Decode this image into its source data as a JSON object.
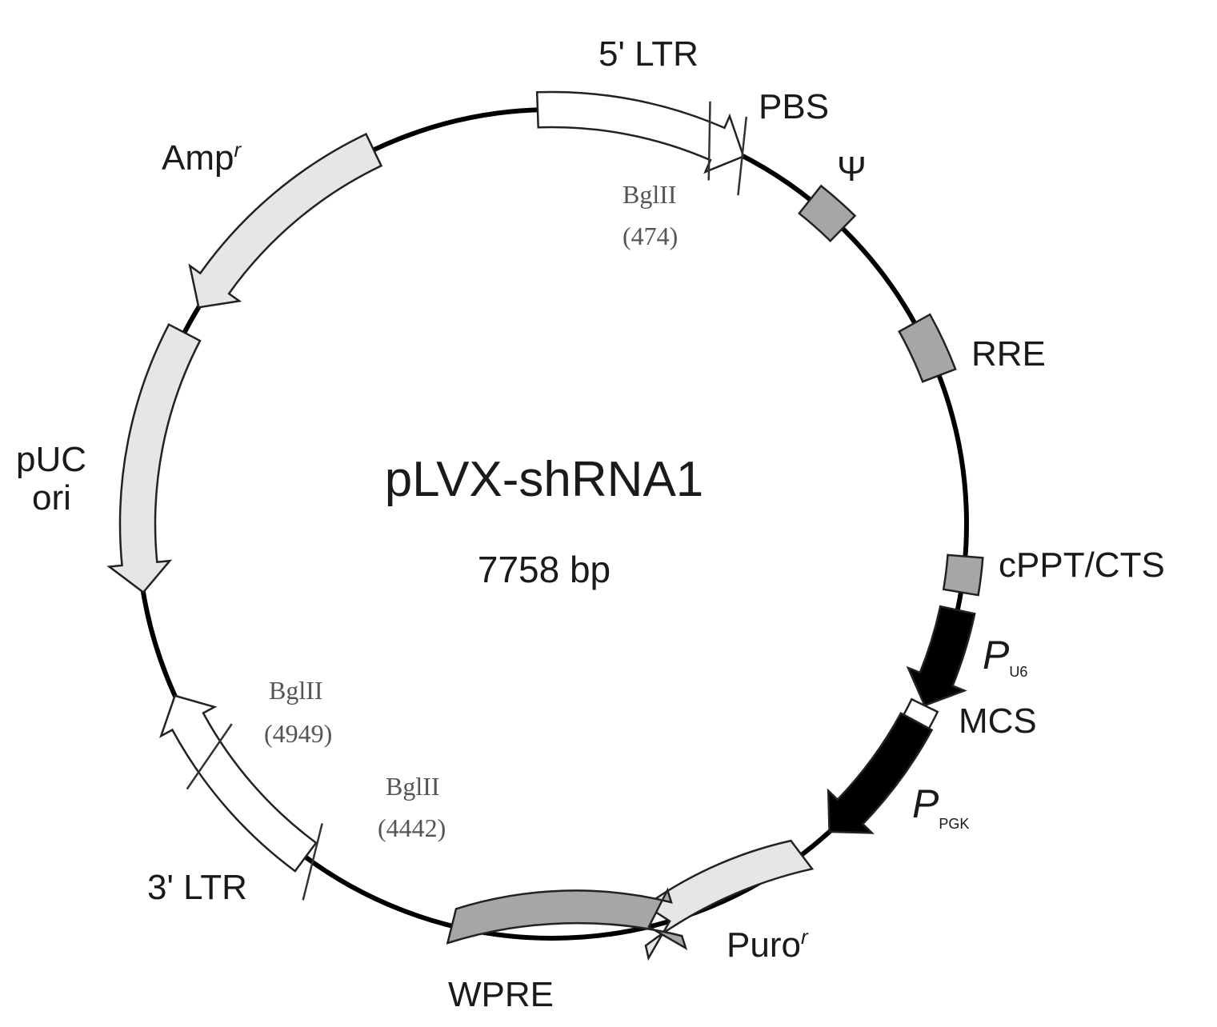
{
  "plasmid": {
    "name": "pLVX-shRNA1",
    "size": "7758 bp"
  },
  "labels": {
    "ltr5": "5' LTR",
    "pbs": "PBS",
    "psi": "Ψ",
    "rre": "RRE",
    "cppt": "cPPT/CTS",
    "pu6_main": "P",
    "pu6_sub": "U6",
    "mcs": "MCS",
    "ppgk_main": "P",
    "ppgk_sub": "PGK",
    "puro_main": "Puro",
    "puro_sup": "r",
    "wpre": "WPRE",
    "ltr3": "3' LTR",
    "puc_line1": "pUC",
    "puc_line2": "ori",
    "amp_main": "Amp",
    "amp_sup": "r"
  },
  "sites": {
    "bglii_474_name": "BglII",
    "bglii_474_pos": "(474)",
    "bglii_4949_name": "BglII",
    "bglii_4949_pos": "(4949)",
    "bglii_4442_name": "BglII",
    "bglii_4442_pos": "(4442)"
  },
  "colors": {
    "backbone": "#000000",
    "light_feature": "#e6e6e6",
    "gray_feature": "#a6a6a6",
    "black_feature": "#000000",
    "white_feature": "#ffffff"
  }
}
